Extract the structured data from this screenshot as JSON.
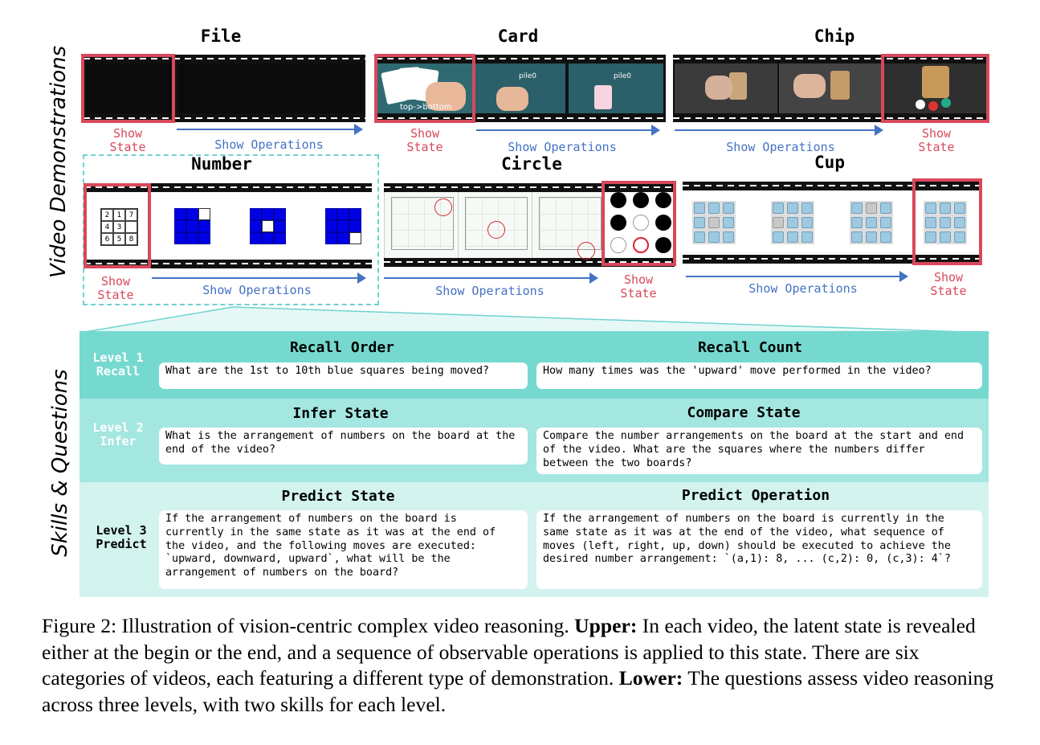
{
  "figure": {
    "left_label": "Video Demonstrations",
    "skills_label": "Skills & Questions",
    "show_state": "Show State",
    "show_ops": "Show Operations",
    "categories": {
      "file": "File",
      "card": "Card",
      "chip": "Chip",
      "number": "Number",
      "circle": "Circle",
      "cup": "Cup"
    },
    "card_overlay": "top->bottom",
    "card_pile": "pile0",
    "number_state": [
      "2",
      "1",
      "7",
      "4",
      "3",
      "",
      "6",
      "5",
      "8"
    ],
    "levels": [
      {
        "label_line1": "Level 1",
        "label_line2": "Recall",
        "color": "#76d9d0",
        "label_color": "#ffffff",
        "skills": [
          {
            "title": "Recall Order",
            "question": "What are the 1st to 10th blue squares being moved?"
          },
          {
            "title": "Recall Count",
            "question": "How many times was the 'upward' move performed in the video?"
          }
        ]
      },
      {
        "label_line1": "Level 2",
        "label_line2": "Infer",
        "color": "#a4e6e0",
        "label_color": "#ffffff",
        "skills": [
          {
            "title": "Infer State",
            "question": "What is the arrangement of numbers on the board at the end of the video?"
          },
          {
            "title": "Compare State",
            "question": "Compare the number arrangements on the board at the start and end of the video. What are the squares where the numbers differ between the two boards?"
          }
        ]
      },
      {
        "label_line1": "Level 3",
        "label_line2": "Predict",
        "color": "#d3f3ef",
        "label_color": "#000000",
        "skills": [
          {
            "title": "Predict State",
            "question": "If the arrangement of numbers on the board is currently in the same state as it was at the end of the video, and the following moves are executed: `upward, downward, upward`, what will be the arrangement of numbers on the board?"
          },
          {
            "title": "Predict Operation",
            "question": "If the arrangement of numbers on the board is currently in the same state as it was at the end of the video, what sequence of moves (left, right, up, down) should be executed to achieve the desired number arrangement: `(a,1): 8, ... (c,2): 0, (c,3): 4`?"
          }
        ]
      }
    ],
    "colors": {
      "state_red": "#d9485b",
      "ops_blue": "#4472c4",
      "dashed_cyan": "#6fd3d0"
    }
  },
  "caption": {
    "prefix": "Figure 2: Illustration of vision-centric complex video reasoning. ",
    "upper_label": "Upper:",
    "upper_text": " In each video, the latent state is revealed either at the begin or the end, and a sequence of observable operations is applied to this state. There are six categories of videos, each featuring a different type of demonstration. ",
    "lower_label": "Lower:",
    "lower_text": " The questions assess video reasoning across three levels, with two skills for each level."
  }
}
